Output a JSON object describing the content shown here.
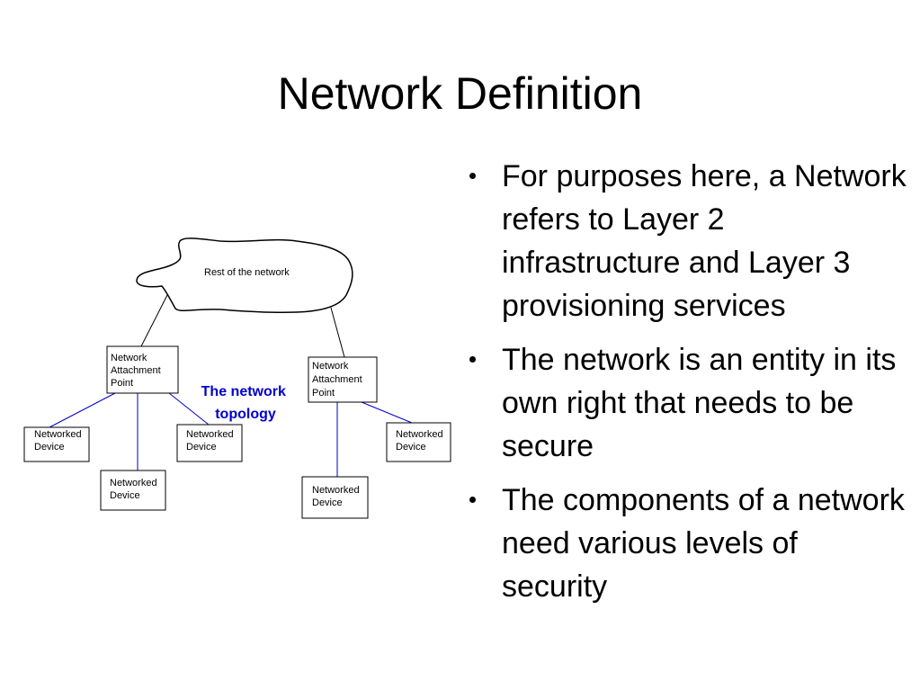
{
  "slide": {
    "title": "Network Definition"
  },
  "diagram": {
    "cloud_label": "Rest of the network",
    "attachment_point_lines": [
      "Network",
      "Attachment",
      "Point"
    ],
    "device_lines": [
      "Networked",
      "Device"
    ],
    "topology_label_lines": [
      "The network",
      "topology"
    ],
    "colors": {
      "link": "#0000cc",
      "topology_label": "#0000cc",
      "outline": "#000000"
    }
  },
  "bullets": [
    {
      "text": "For purposes here, a Network refers to Layer 2 infrastructure and Layer 3 provisioning services"
    },
    {
      "text": "The network is an entity in its own right that needs to be secure"
    },
    {
      "text": "The components of a network need various levels of security"
    }
  ]
}
